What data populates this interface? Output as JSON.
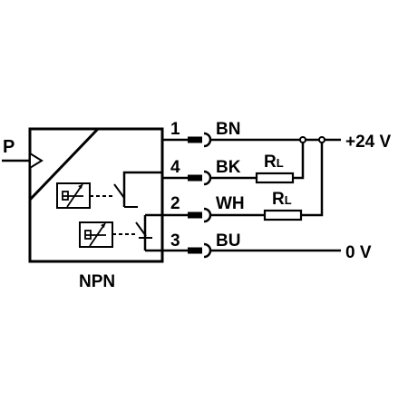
{
  "diagram": {
    "input_label": "P",
    "sensor_type": "NPN",
    "pins": [
      {
        "number": "1",
        "wire_color": "BN"
      },
      {
        "number": "4",
        "wire_color": "BK"
      },
      {
        "number": "2",
        "wire_color": "WH"
      },
      {
        "number": "3",
        "wire_color": "BU"
      }
    ],
    "loads": [
      {
        "label_main": "R",
        "label_sub": "L"
      },
      {
        "label_main": "R",
        "label_sub": "L"
      }
    ],
    "supply_positive": "+24 V",
    "supply_ground": "0 V"
  }
}
